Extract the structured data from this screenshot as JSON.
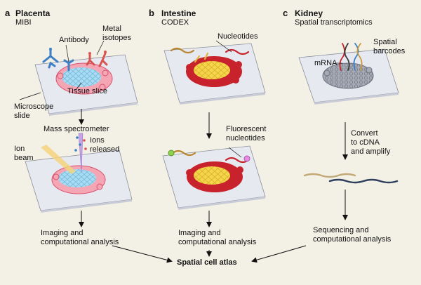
{
  "panels": [
    {
      "letter": "a",
      "title": "Placenta",
      "subtitle": "MIBI"
    },
    {
      "letter": "b",
      "title": "Intestine",
      "subtitle": "CODEX"
    },
    {
      "letter": "c",
      "title": "Kidney",
      "subtitle": "Spatial transcriptomics"
    }
  ],
  "labels": {
    "antibody": "Antibody",
    "metal_isotopes": "Metal\nisotopes",
    "tissue_slice": "Tissue slice",
    "microscope_slide": "Microscope\nslide",
    "mass_spectrometer": "Mass spectrometer",
    "ion_beam": "Ion\nbeam",
    "ions_released": "Ions\nreleased",
    "imaging_a": "Imaging and\ncomputational analysis",
    "nucleotides": "Nucleotides",
    "fluorescent_nucleotides": "Fluorescent\nnucleotides",
    "imaging_b": "Imaging and\ncomputational analysis",
    "mrna": "mRNA",
    "spatial_barcodes": "Spatial\nbarcodes",
    "convert": "Convert\nto cDNA\nand amplify",
    "sequencing": "Sequencing and\ncomputational analysis",
    "atlas": "Spatial cell atlas"
  },
  "colors": {
    "background": "#f3f1e6",
    "slide": "#e7e9f1",
    "tissue_pink": "#f4a6b4",
    "cells_blue": "#9ed3ee",
    "tissue_red": "#c8232c",
    "cells_yellow": "#f2d24a",
    "tissue_grey": "#9fa3ad",
    "antibody_blue": "#3d7fc4",
    "antibody_red": "#d9534f"
  }
}
